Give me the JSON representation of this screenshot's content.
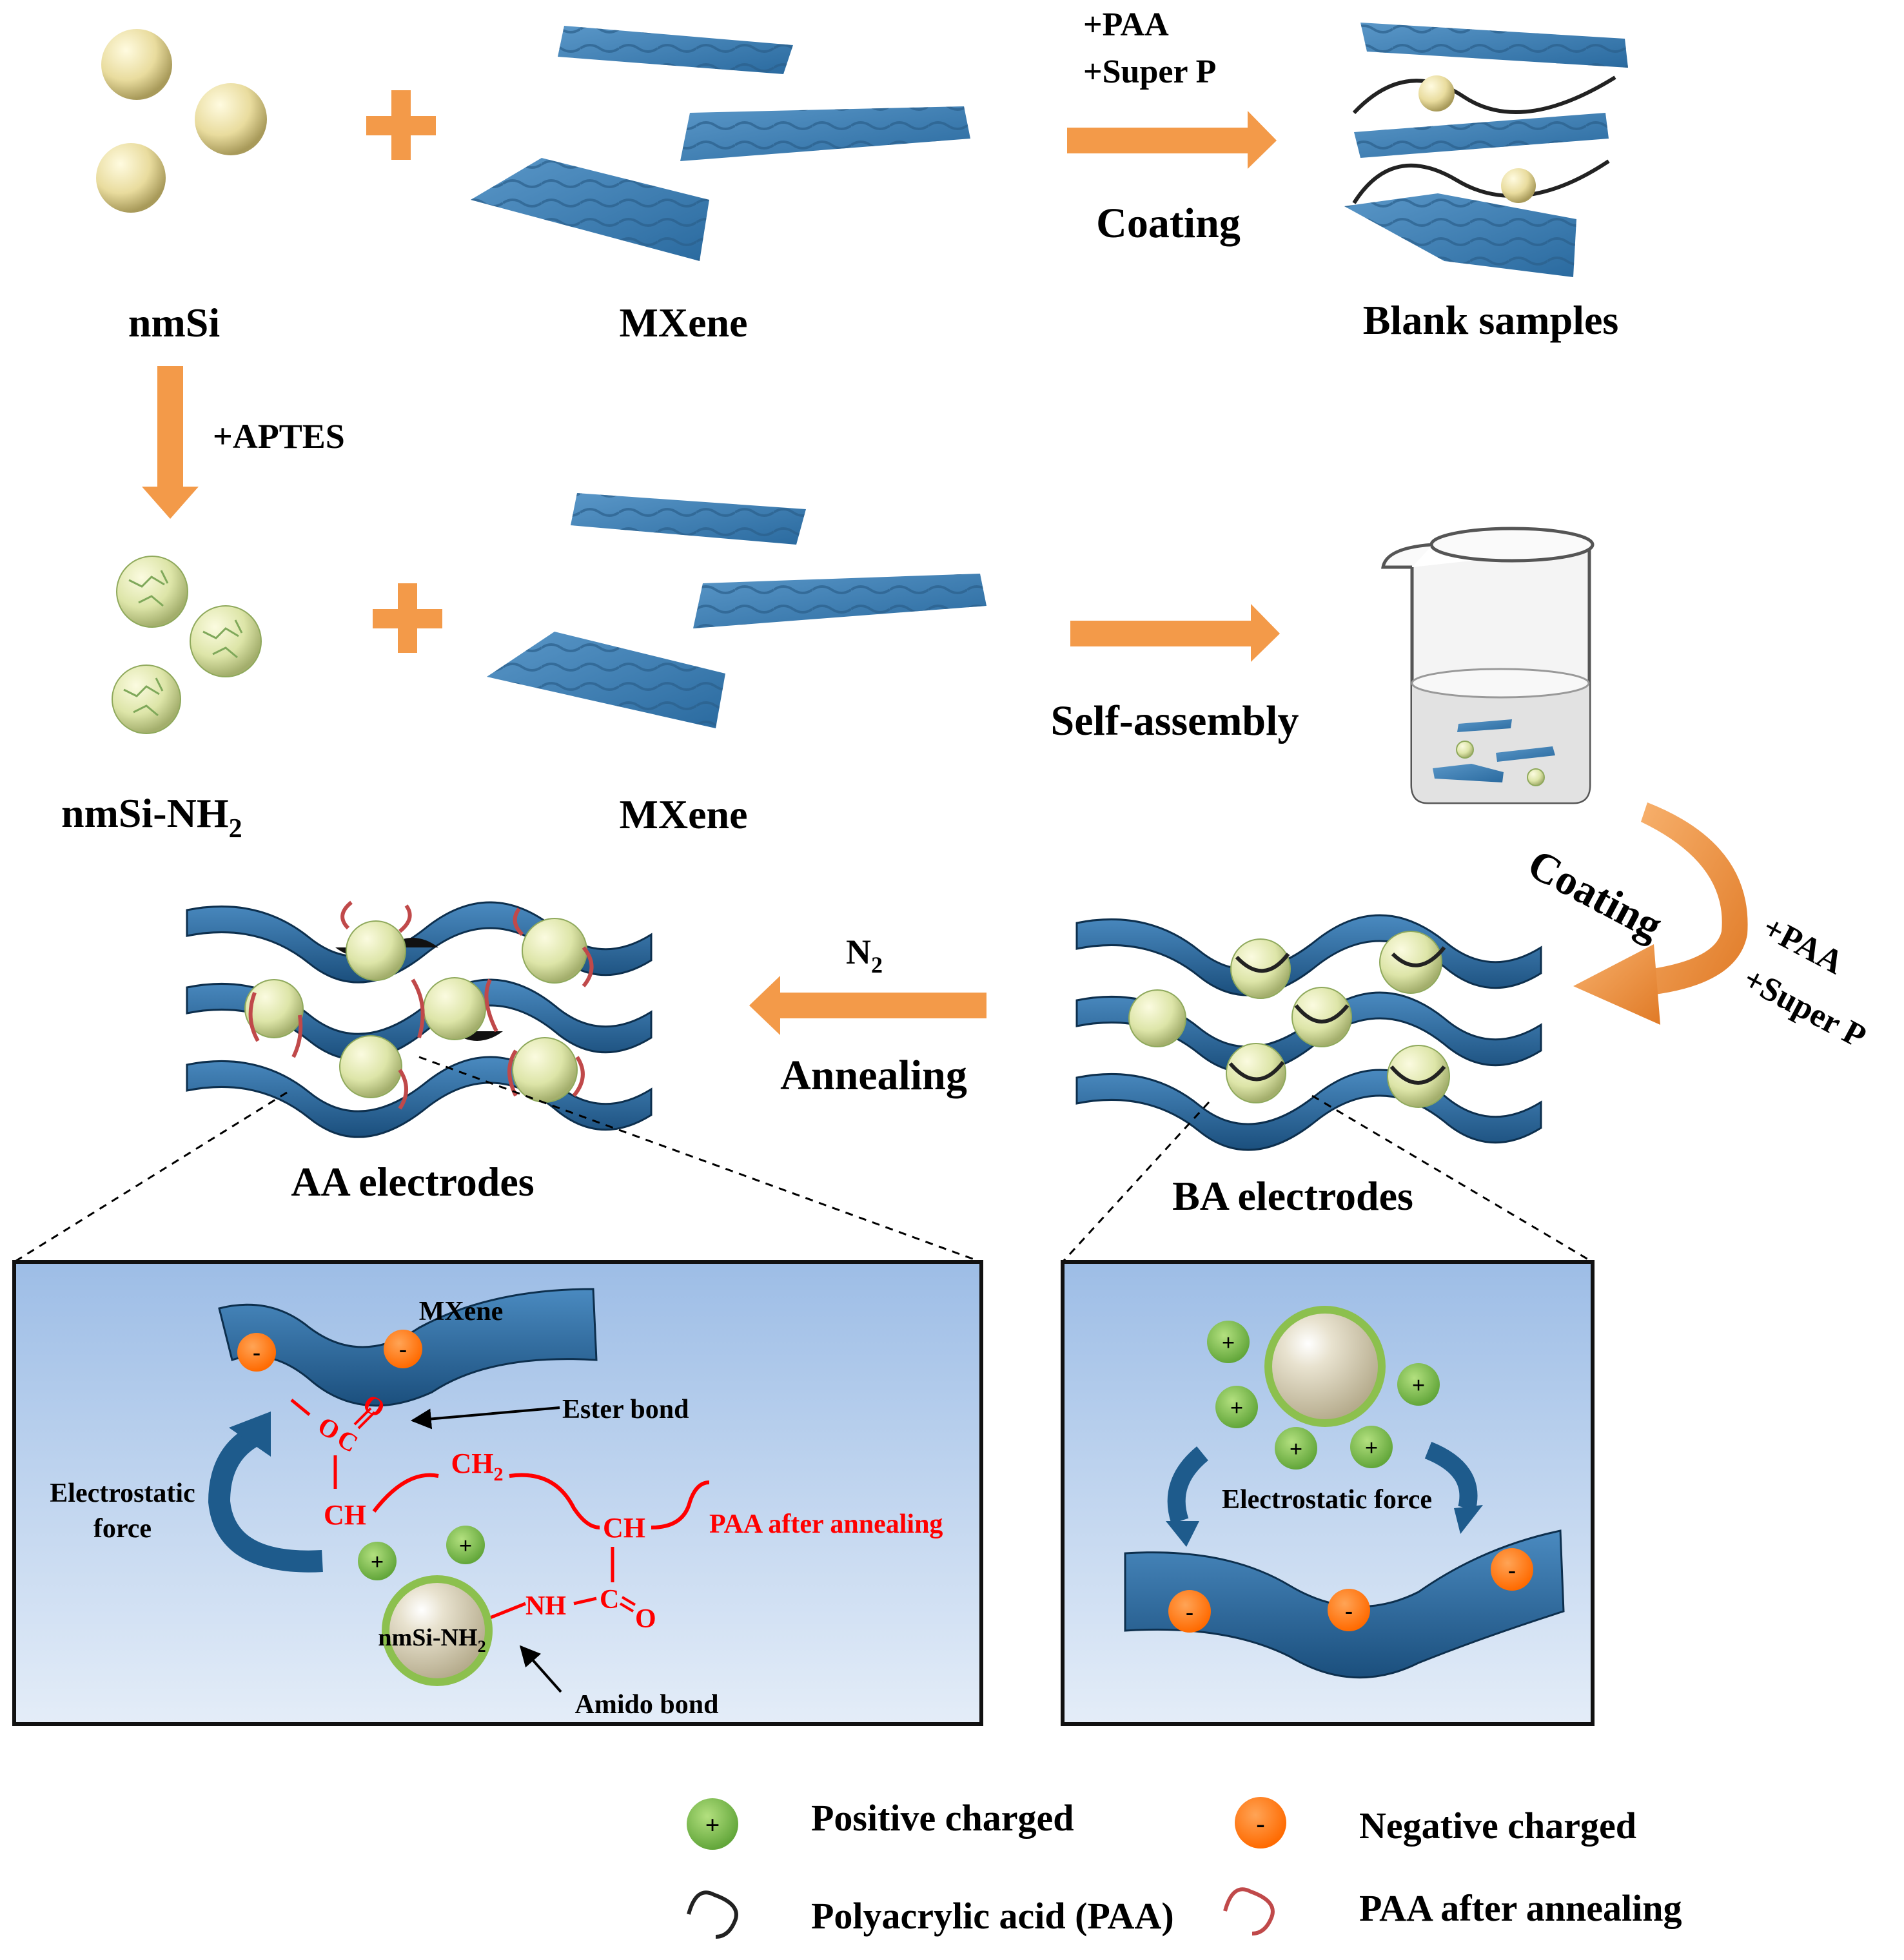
{
  "top_row": {
    "nmsi_label": "nmSi",
    "mxene_label": "MXene",
    "reagent_1": "+PAA",
    "reagent_2": "+Super P",
    "step_label": "Coating",
    "product_label": "Blank samples"
  },
  "aptes_step": {
    "label": "+APTES"
  },
  "middle_row": {
    "nmsi_nh2_label": "nmSi-NH",
    "nmsi_nh2_sub": "2",
    "mxene_label": "MXene",
    "step_label": "Self-assembly"
  },
  "curved_step": {
    "label": "Coating",
    "reagent_1": "+PAA",
    "reagent_2": "+Super P"
  },
  "annealing_step": {
    "gas": "N",
    "gas_sub": "2",
    "label": "Annealing"
  },
  "electrodes": {
    "aa_label": "AA electrodes",
    "ba_label": "BA electrodes"
  },
  "aa_panel": {
    "mxene": "MXene",
    "ester_bond": "Ester bond",
    "electrostatic_1": "Electrostatic",
    "electrostatic_2": "force",
    "carbonyl_o": "O",
    "carbonyl_c": "C",
    "carbonyl_o2": "O",
    "ch2": "CH",
    "ch2_sub": "2",
    "ch_left": "CH",
    "ch_right": "CH",
    "paa_after": "PAA after annealing",
    "nh": "NH",
    "amide_c": "C",
    "amide_o": "O",
    "particle": "nmSi-NH",
    "particle_sub": "2",
    "amido_bond": "Amido bond",
    "plus": "+",
    "minus": "-"
  },
  "ba_panel": {
    "electrostatic": "Electrostatic force",
    "plus": "+",
    "minus": "-"
  },
  "legend": {
    "positive": "Positive charged",
    "negative": "Negative charged",
    "paa": "Polyacrylic acid (PAA)",
    "paa_annealed": "PAA after annealing",
    "plus": "+",
    "minus": "-"
  },
  "colors": {
    "arrow": "#f39a49",
    "mxene": "#3f80b4",
    "mxene_dark": "#1f5a8b",
    "si_particle": "#e9dc9e",
    "si_nh2": "#d9e3a5",
    "positive": "#7fbf4d",
    "negative": "#ff7a10",
    "bond_red": "#ff0000",
    "panel_top": "#9dbde6",
    "panel_bottom": "#e4edf8"
  }
}
